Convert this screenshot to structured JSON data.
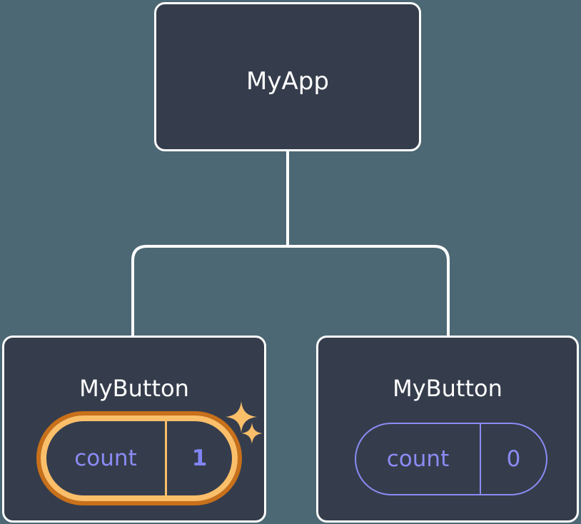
{
  "diagram": {
    "type": "component-tree",
    "background_color": "#4c6874",
    "node_fill": "#353d4c",
    "node_border": "#ffffff",
    "connector_color": "#ffffff",
    "accent_highlight_outer": "#c8701a",
    "accent_highlight_inner": "#fbbf6a",
    "state_text_color": "#8b8bf5",
    "sparkle_color": "#fbbf6a",
    "root": {
      "title": "MyApp"
    },
    "children": [
      {
        "title": "MyButton",
        "state": {
          "key": "count",
          "value": "1"
        },
        "highlighted": true,
        "sparkles": 2
      },
      {
        "title": "MyButton",
        "state": {
          "key": "count",
          "value": "0"
        },
        "highlighted": false,
        "sparkles": 0
      }
    ]
  }
}
